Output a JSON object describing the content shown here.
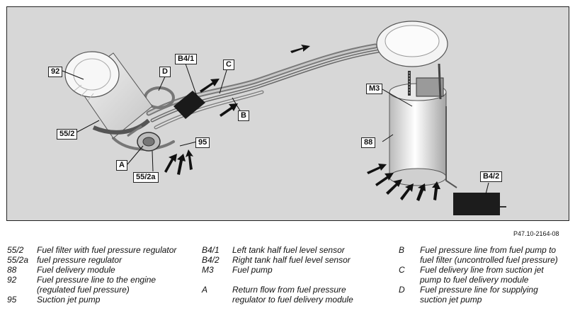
{
  "figure": {
    "code": "P47.10-2164-08",
    "callouts": {
      "c92": "92",
      "cD": "D",
      "cB41": "B4/1",
      "cC": "C",
      "cB": "B",
      "c552": "55/2",
      "c95": "95",
      "cA": "A",
      "c552a": "55/2a",
      "cM3": "M3",
      "c88": "88",
      "cB42": "B4/2"
    }
  },
  "legend": {
    "col1": [
      {
        "key": "55/2",
        "text": "Fuel filter with fuel pressure regulator"
      },
      {
        "key": "55/2a",
        "text": "fuel pressure regulator"
      },
      {
        "key": "88",
        "text": "Fuel delivery module"
      },
      {
        "key": "92",
        "text": "Fuel pressure line to the engine (regulated fuel pressure)"
      },
      {
        "key": "95",
        "text": "Suction jet pump"
      }
    ],
    "col2": [
      {
        "key": "B4/1",
        "text": "Left tank half fuel level sensor"
      },
      {
        "key": "B4/2",
        "text": "Right tank half fuel level sensor"
      },
      {
        "key": "M3",
        "text": "Fuel pump"
      },
      {
        "key": "A",
        "text": "Return flow from fuel pressure regulator to fuel delivery module"
      }
    ],
    "col3": [
      {
        "key": "B",
        "text": "Fuel pressure line from fuel pump to fuel filter (uncontrolled fuel pressure)"
      },
      {
        "key": "C",
        "text": "Fuel delivery line from suction jet pump to fuel delivery module"
      },
      {
        "key": "D",
        "text": "Fuel pressure line for supplying suction jet pump"
      }
    ]
  }
}
